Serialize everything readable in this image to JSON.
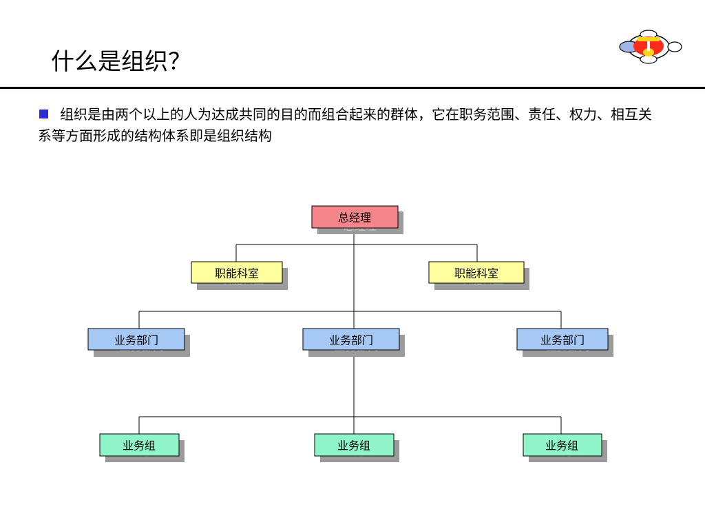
{
  "slide": {
    "title": "什么是组织？",
    "bullet": "组织是由两个以上的人为达成共同的目的而组合起来的群体，它在职务范围、责任、权力、相互关系等方面形成的结构体系即是组织结构"
  },
  "org_chart": {
    "colors": {
      "manager": "#f4858b",
      "staff": "#ffff9f",
      "department": "#a6c8f5",
      "group": "#8ff5c8",
      "line": "#000000"
    },
    "nodes": {
      "manager": "总经理",
      "staff_left": "职能科室",
      "staff_right": "职能科室",
      "dept_left": "业务部门",
      "dept_center": "业务部门",
      "dept_right": "业务部门",
      "group_left": "业务组",
      "group_center": "业务组",
      "group_right": "业务组"
    }
  }
}
